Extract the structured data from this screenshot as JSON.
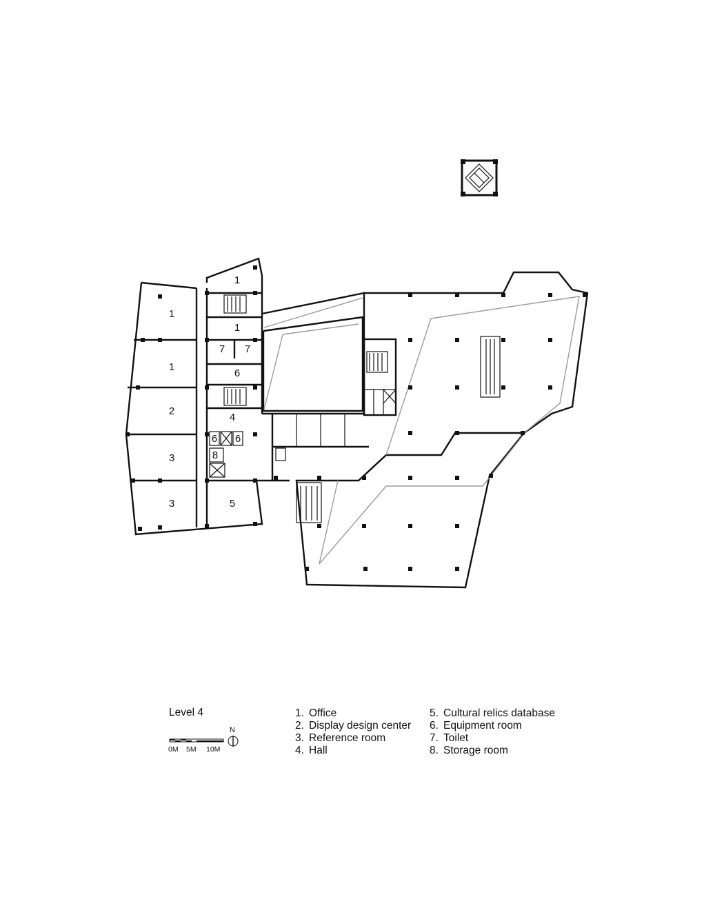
{
  "level_title": "Level 4",
  "room_labels": {
    "office": "1",
    "display": "2",
    "reference": "3",
    "hall": "4",
    "relics": "5",
    "equipment": "6",
    "toilet": "7",
    "storage": "8"
  },
  "legend": [
    {
      "num": "1.",
      "label": "Office"
    },
    {
      "num": "2.",
      "label": "Display design center"
    },
    {
      "num": "3.",
      "label": "Reference room"
    },
    {
      "num": "4.",
      "label": "Hall"
    },
    {
      "num": "5.",
      "label": "Cultural relics database"
    },
    {
      "num": "6.",
      "label": "Equipment room"
    },
    {
      "num": "7.",
      "label": "Toilet"
    },
    {
      "num": "8.",
      "label": "Storage room"
    }
  ],
  "scale": {
    "labels": [
      "0M",
      "5M",
      "10M"
    ]
  },
  "north": "N"
}
